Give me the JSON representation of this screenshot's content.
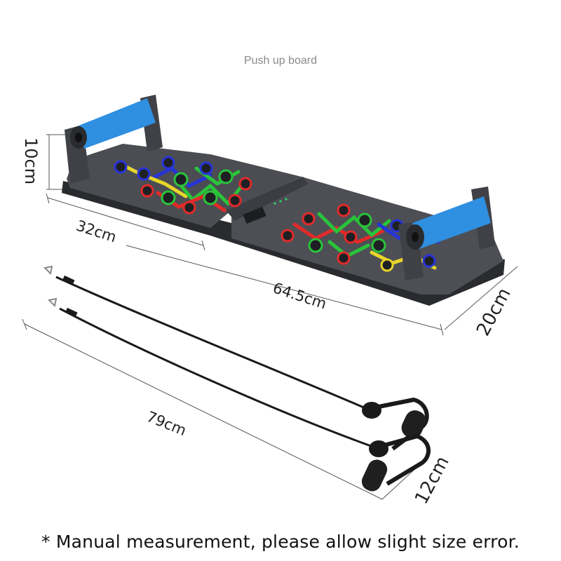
{
  "title": "Push up board",
  "dimensions": {
    "height_label": "10cm",
    "half_length_label": "32cm",
    "length_label": "64.5cm",
    "width_label": "20cm",
    "band_length_label": "79cm",
    "handle_label": "12cm"
  },
  "note": "* Manual measurement, please allow slight size error.",
  "colors": {
    "board": "#4a4c52",
    "handle_foam": "#2f8fe0",
    "green": "#29c43a",
    "red": "#e22a2a",
    "blue": "#2734d8",
    "yellow": "#e7d52a"
  },
  "icons": [
    "push-up-board-image",
    "resistance-band-image"
  ]
}
